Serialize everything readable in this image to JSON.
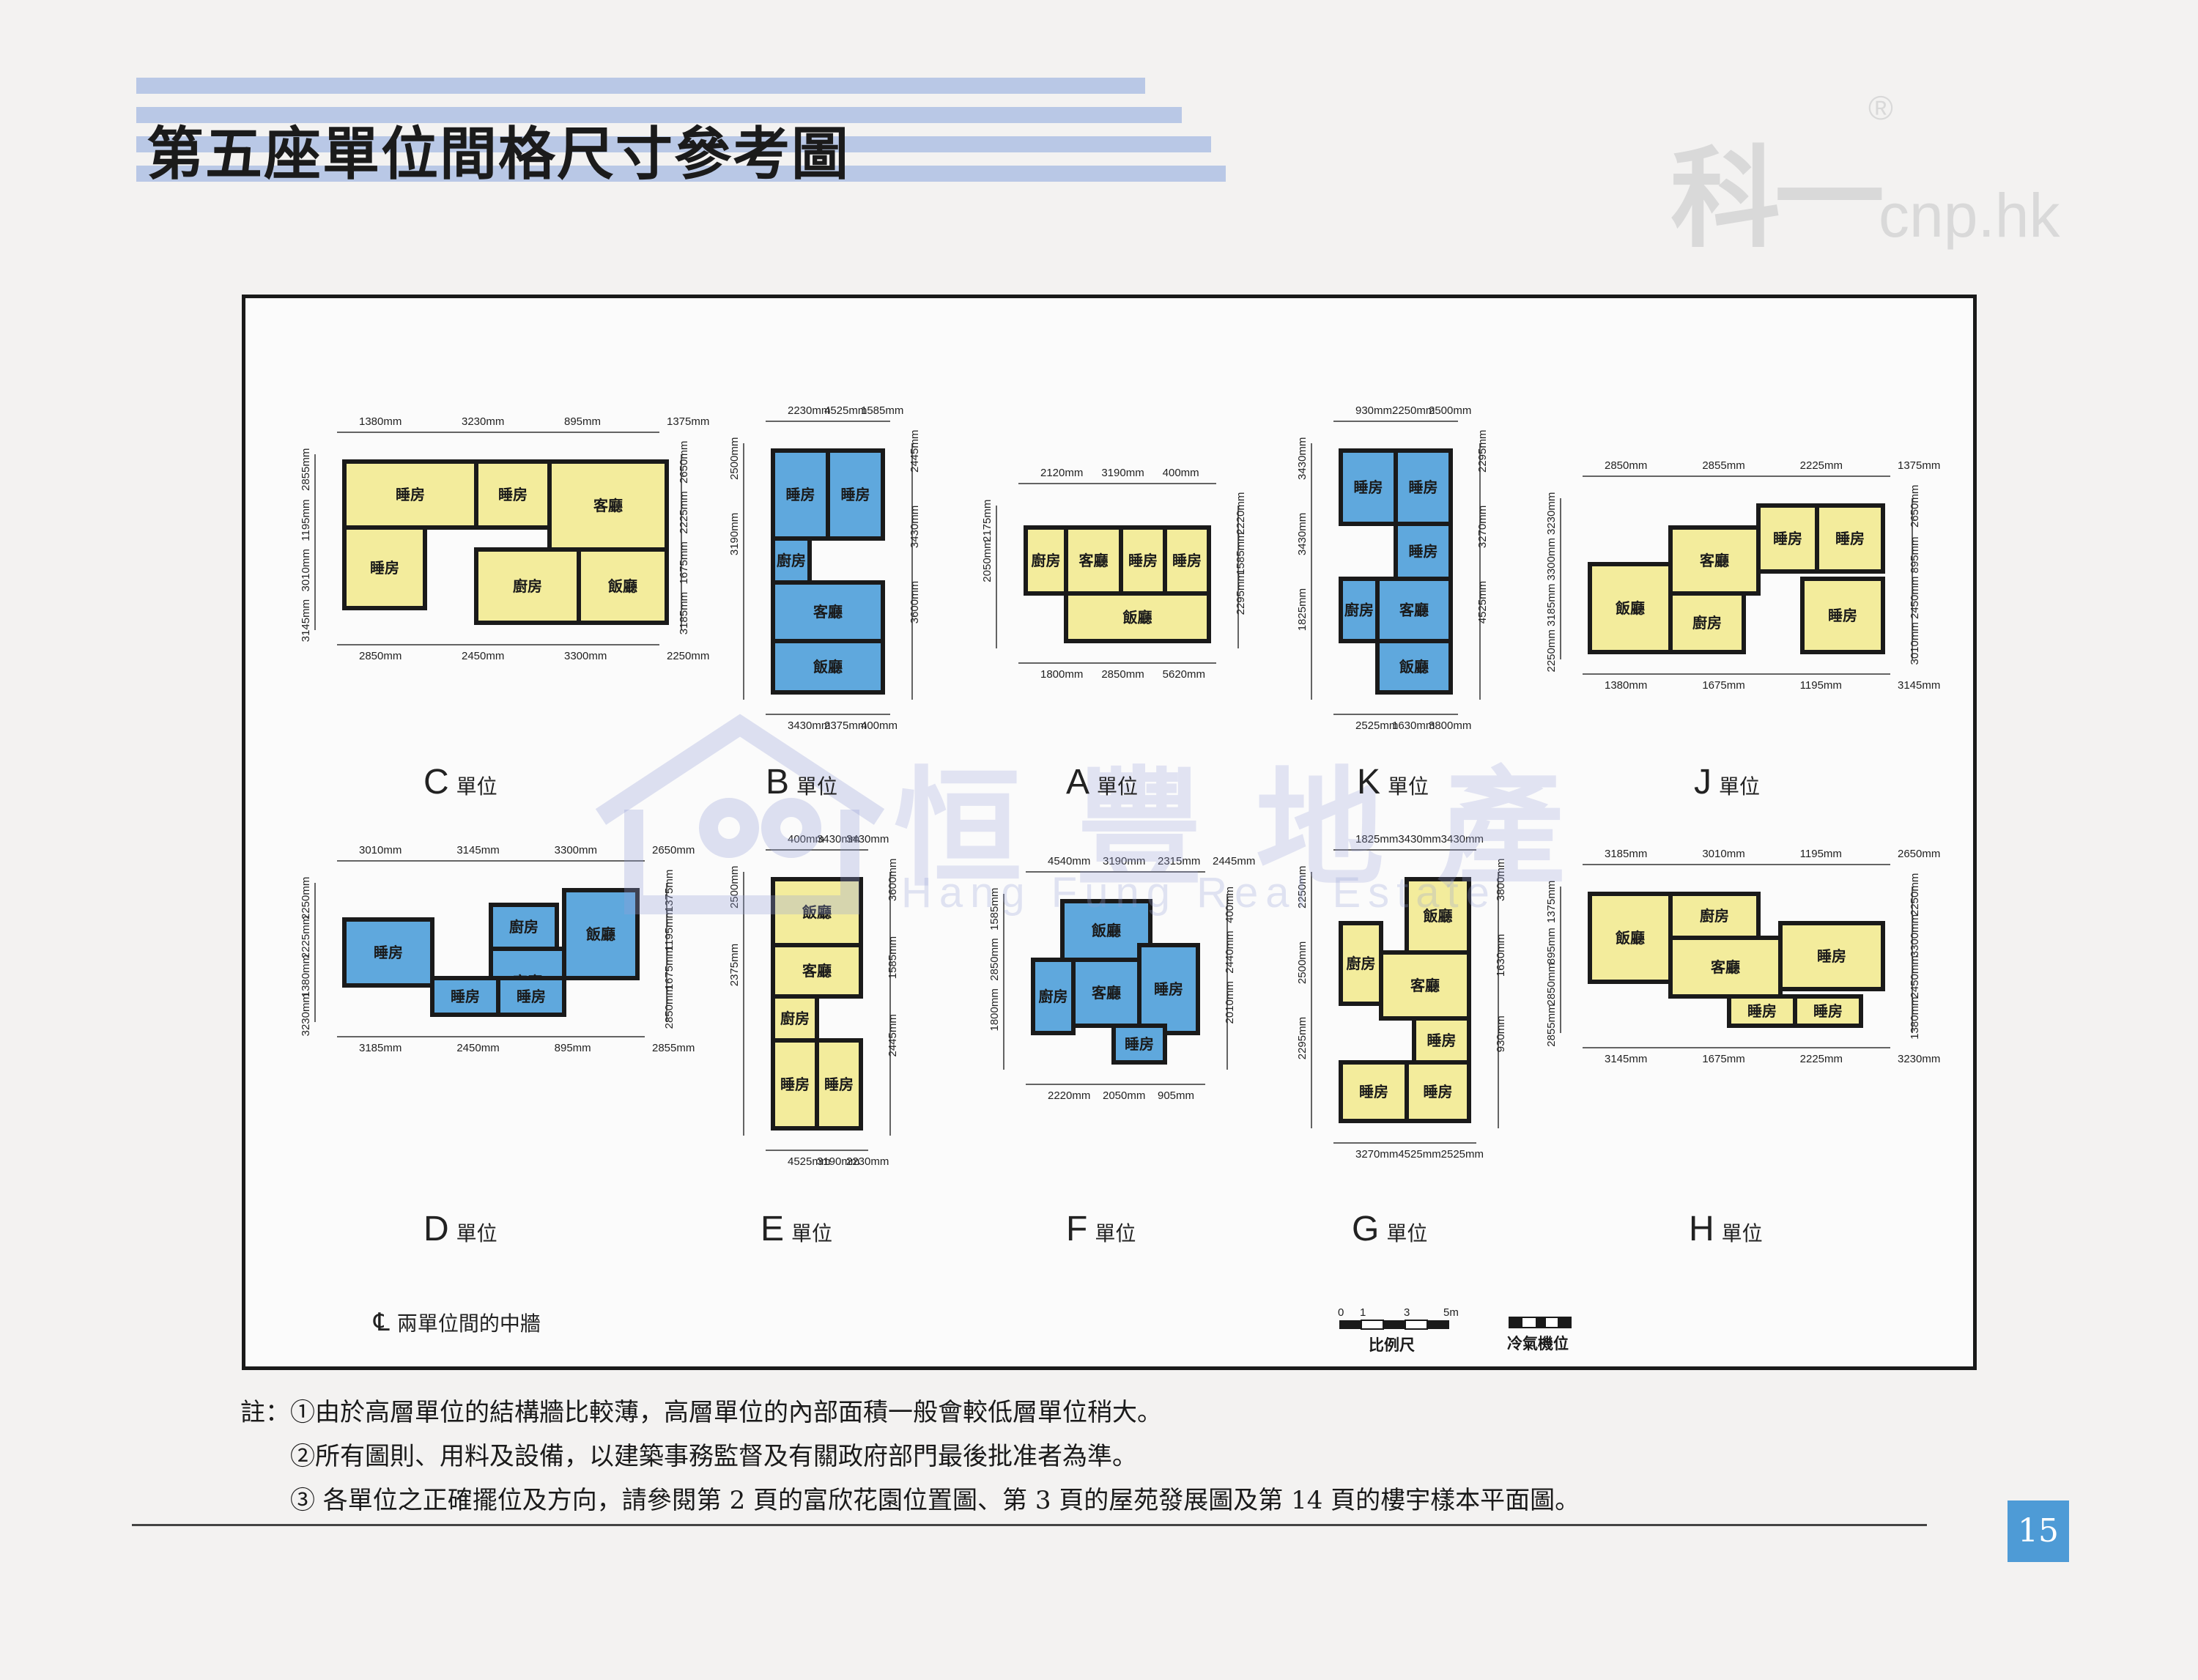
{
  "title": "第五座單位間格尺寸參考圖",
  "logo": {
    "mark": "科一",
    "reg": "®",
    "domain": "cnp.hk"
  },
  "watermark": {
    "cn": "恒豐地產",
    "en": "Hang Fung Real Estate"
  },
  "unit_suffix": "單位",
  "units": [
    {
      "letter": "C",
      "color": "yellow",
      "rooms": [
        "睡房",
        "睡房",
        "客廳",
        "睡房",
        "廚房",
        "飯廳"
      ],
      "dims": [
        "1380mm",
        "2650mm",
        "2850mm",
        "2855mm",
        "3230mm",
        "2225mm",
        "2450mm",
        "1195mm",
        "895mm",
        "1675mm",
        "3300mm",
        "3010mm",
        "1375mm",
        "3185mm",
        "2250mm",
        "3145mm"
      ]
    },
    {
      "letter": "B",
      "color": "blue",
      "rooms": [
        "睡房",
        "睡房",
        "廚房",
        "客廳",
        "飯廳"
      ],
      "dims": [
        "2230mm",
        "2445mm",
        "3430mm",
        "2500mm",
        "4525mm",
        "3430mm",
        "2375mm",
        "3190mm",
        "1585mm",
        "3600mm",
        "400mm"
      ]
    },
    {
      "letter": "A",
      "color": "yellow",
      "rooms": [
        "廚房",
        "客廳",
        "睡房",
        "睡房",
        "飯廳"
      ],
      "dims": [
        "2120mm",
        "2220mm",
        "1800mm",
        "2175mm",
        "3190mm",
        "1585mm",
        "2850mm",
        "2050mm",
        "400mm",
        "2295mm",
        "5620mm"
      ]
    },
    {
      "letter": "K",
      "color": "blue",
      "rooms": [
        "睡房",
        "睡房",
        "睡房",
        "廚房",
        "客廳",
        "飯廳"
      ],
      "dims": [
        "930mm",
        "2295mm",
        "2525mm",
        "3430mm",
        "2250mm",
        "3270mm",
        "1630mm",
        "3430mm",
        "2500mm",
        "4525mm",
        "3800mm",
        "1825mm"
      ]
    },
    {
      "letter": "J",
      "color": "yellow",
      "rooms": [
        "客廳",
        "睡房",
        "睡房",
        "飯廳",
        "廚房",
        "睡房"
      ],
      "dims": [
        "2850mm",
        "2650mm",
        "1380mm",
        "3230mm",
        "2855mm",
        "895mm",
        "1675mm",
        "3300mm",
        "2225mm",
        "2450mm",
        "1195mm",
        "3185mm",
        "1375mm",
        "3010mm",
        "3145mm",
        "2250mm"
      ]
    },
    {
      "letter": "D",
      "color": "blue",
      "rooms": [
        "睡房",
        "廚房",
        "飯廳",
        "客廳",
        "睡房",
        "睡房"
      ],
      "dims": [
        "3010mm",
        "1375mm",
        "3185mm",
        "2250mm",
        "3145mm",
        "1195mm",
        "2450mm",
        "2225mm",
        "3300mm",
        "1675mm",
        "895mm",
        "1380mm",
        "2650mm",
        "2850mm",
        "2855mm",
        "3230mm"
      ]
    },
    {
      "letter": "E",
      "color": "yellow",
      "rooms": [
        "飯廳",
        "客廳",
        "廚房",
        "睡房",
        "睡房"
      ],
      "dims": [
        "400mm",
        "3600mm",
        "4525mm",
        "2500mm",
        "3430mm",
        "1585mm",
        "3190mm",
        "2375mm",
        "3430mm",
        "2445mm",
        "2230mm"
      ]
    },
    {
      "letter": "F",
      "color": "blue",
      "rooms": [
        "飯廳",
        "廚房",
        "客廳",
        "睡房",
        "睡房"
      ],
      "dims": [
        "4540mm",
        "400mm",
        "2220mm",
        "1585mm",
        "3190mm",
        "2440mm",
        "2050mm",
        "2850mm",
        "2315mm",
        "2010mm",
        "905mm",
        "1800mm",
        "2445mm"
      ]
    },
    {
      "letter": "G",
      "color": "yellow",
      "rooms": [
        "飯廳",
        "廚房",
        "客廳",
        "睡房",
        "睡房",
        "睡房"
      ],
      "dims": [
        "1825mm",
        "3800mm",
        "3270mm",
        "2250mm",
        "3430mm",
        "1630mm",
        "4525mm",
        "2500mm",
        "3430mm",
        "930mm",
        "2525mm",
        "2295mm"
      ]
    },
    {
      "letter": "H",
      "color": "yellow",
      "rooms": [
        "飯廳",
        "廚房",
        "客廳",
        "睡房",
        "睡房",
        "睡房"
      ],
      "dims": [
        "3185mm",
        "2250mm",
        "3145mm",
        "1375mm",
        "3010mm",
        "3300mm",
        "1675mm",
        "895mm",
        "1195mm",
        "2450mm",
        "2225mm",
        "2850mm",
        "2650mm",
        "1380mm",
        "3230mm",
        "2855mm"
      ]
    }
  ],
  "legend": {
    "wall_symbol": "℄",
    "wall_text": "兩單位間的中牆",
    "scale_label": "比例尺",
    "scale_ticks": [
      "0",
      "1",
      "3",
      "5m"
    ],
    "ac_label": "冷氣機位"
  },
  "notes": [
    "註：①由於高層單位的結構牆比較薄，高層單位的內部面積一般會較低層單位稍大。",
    "②所有圖則、用料及設備，以建築事務監督及有關政府部門最後批准者為準。",
    "③ 各單位之正確擺位及方向，請參閱第 2 頁的富欣花園位置圖、第 3 頁的屋苑發展圖及第 14 頁的樓宇樣本平面圖。"
  ],
  "page_number": "15",
  "colors": {
    "yellow": "#f3ec9c",
    "blue": "#5fa8dd",
    "stripe": "#b9c8e6",
    "wall": "#1a1a1a"
  }
}
